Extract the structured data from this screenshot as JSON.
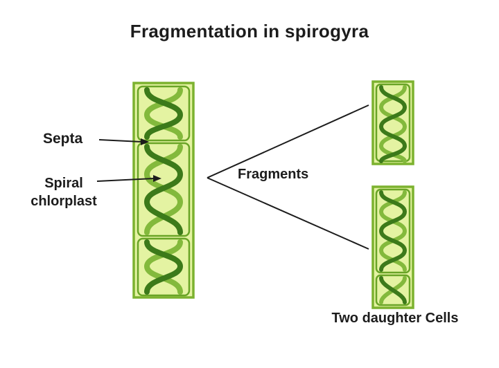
{
  "diagram": {
    "title": "Fragmentation in spirogyra",
    "labels": {
      "septa": "Septa",
      "spiral_chloroplast": "Spiral\nchlorplast",
      "fragments": "Fragments",
      "daughter_cells": "Two daughter Cells"
    },
    "colors": {
      "filament_fill": "#e4f3a2",
      "filament_border": "#7cb22f",
      "cell_outline": "#69a426",
      "spiral_dark": "#3c7a1a",
      "spiral_light": "#83b93c",
      "line_color": "#1c1c1c",
      "text_color": "#1c1c1c",
      "background": "#ffffff"
    }
  }
}
